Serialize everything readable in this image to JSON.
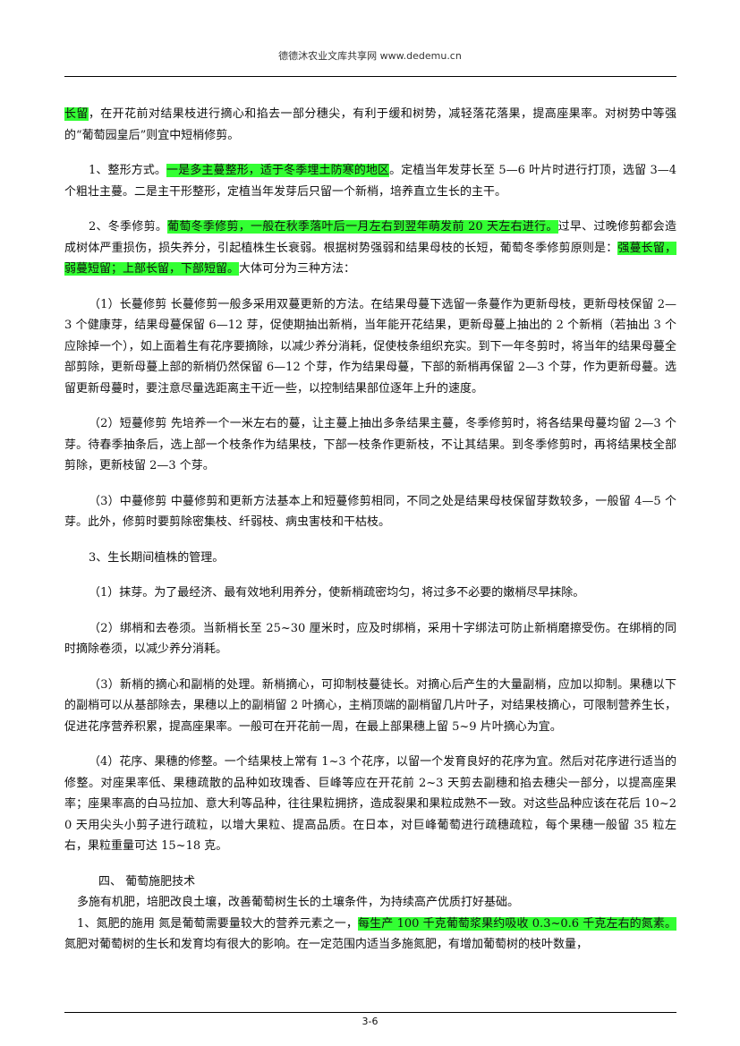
{
  "header": {
    "text": "德德沐农业文库共享网 www.dedemu.cn"
  },
  "footer": {
    "page_number": "3-6"
  },
  "highlight_color": "#33ff33",
  "paragraphs": [
    {
      "segments": [
        {
          "text": "长留",
          "hl": true
        },
        {
          "text": "，在开花前对结果枝进行摘心和掐去一部分穗尖，有利于缓和树势，减轻落花落果，提高座果率。对树势中等强的“葡萄园皇后”则宜中短梢修剪。"
        }
      ]
    },
    {
      "segments": [
        {
          "text": "1、整形方式。"
        },
        {
          "text": "一是多主蔓整形，适于冬季埋土防寒的地区",
          "hl": true
        },
        {
          "text": "。定植当年发芽长至 5—6 叶片时进行打顶，选留 3—4 个粗壮主蔓。二是主干形整形，定植当年发芽后只留一个新梢，培养直立生长的主干。"
        }
      ]
    },
    {
      "segments": [
        {
          "text": "2、冬季修剪。"
        },
        {
          "text": "葡萄冬季修剪，一般在秋季落叶后一月左右到翌年萌发前 20 天左右进行。",
          "hl": true
        },
        {
          "text": "过早、过晚修剪都会造成树体严重损伤，损失养分，引起植株生长衰弱。根据树势强弱和结果母枝的长短，葡萄冬季修剪原则是："
        },
        {
          "text": "强蔓长留，弱蔓短留；上部长留，下部短留。",
          "hl": true
        },
        {
          "text": "大体可分为三种方法："
        }
      ]
    },
    {
      "segments": [
        {
          "text": "（1）长蔓修剪 长蔓修剪一般多采用双蔓更新的方法。在结果母蔓下选留一条蔓作为更新母枝，更新母枝保留 2—3 个健康芽，结果母蔓保留 6—12 芽，促使期抽出新梢，当年能开花结果，更新母蔓上抽出的 2 个新梢（若抽出 3 个应除掉一个），如上面着生有花序要摘除，以减少养分消耗，促使枝条组织充实。到下一年冬剪时，将当年的结果母蔓全部剪除，更新母蔓上部的新梢仍然保留 6—12 个芽，作为结果母蔓，下部的新梢再保留 2—3 个芽，作为更新母蔓。选留更新母蔓时，要注意尽量选距离主干近一些，以控制结果部位逐年上升的速度。"
        }
      ]
    },
    {
      "segments": [
        {
          "text": "（2）短蔓修剪 先培养一个一米左右的蔓，让主蔓上抽出多条结果主蔓，冬季修剪时，将各结果母蔓均留 2—3 个芽。待春季抽条后，选上部一个枝条作为结果枝，下部一枝条作更新枝，不让其结果。到冬季修剪时，再将结果枝全部剪除，更新枝留 2—3 个芽。"
        }
      ]
    },
    {
      "segments": [
        {
          "text": "（3）中蔓修剪 中蔓修剪和更新方法基本上和短蔓修剪相同，不同之处是结果母枝保留芽数较多，一般留 4—5 个芽。此外，修剪时要剪除密集枝、纤弱枝、病虫害枝和干枯枝。"
        }
      ]
    },
    {
      "segments": [
        {
          "text": "3、生长期间植株的管理。"
        }
      ]
    },
    {
      "segments": [
        {
          "text": "（1）抹芽。为了最经济、最有效地利用养分，使新梢疏密均匀，将过多不必要的嫩梢尽早抹除。"
        }
      ]
    },
    {
      "segments": [
        {
          "text": "（2）绑梢和去卷须。当新梢长至 25~30 厘米时，应及时绑梢，采用十字绑法可防止新梢磨擦受伤。在绑梢的同时摘除卷须，以减少养分消耗。"
        }
      ]
    },
    {
      "segments": [
        {
          "text": "（3）新梢的摘心和副梢的处理。新梢摘心，可抑制枝蔓徒长。对摘心后产生的大量副梢，应加以抑制。果穗以下的副梢可以从基部除去，果穗以上的副梢留 2 叶摘心，主梢顶端的副梢留几片叶子，对结果枝摘心，可限制营养生长，促进花序营养积累，提高座果率。一般可在开花前一周，在最上部果穗上留 5~9 片叶摘心为宜。"
        }
      ]
    },
    {
      "segments": [
        {
          "text": "（4）花序、果穗的修整。一个结果枝上常有 1~3 个花序，以留一个发育良好的花序为宜。然后对花序进行适当的修整。对座果率低、果穗疏散的品种如玫瑰香、巨峰等应在开花前 2~3 天剪去副穗和掐去穗尖一部分，以提高座果率；座果率高的白马拉加、意大利等品种，往往果粒拥挤，造成裂果和果粒成熟不一致。对这些品种应该在花后 10~20 天用尖头小剪子进行疏粒，以增大果粒、提高品质。在日本，对巨峰葡萄进行疏穗疏粒，每个果穗一般留 35 粒左右，果粒重量可达 15~18 克。"
        }
      ]
    },
    {
      "segments": [
        {
          "text": "四、 葡萄施肥技术"
        }
      ]
    },
    {
      "segments": [
        {
          "text": "多施有机肥，培肥改良土壤，改善葡萄树生长的土壤条件，为持续高产优质打好基础。"
        }
      ]
    },
    {
      "segments": [
        {
          "text": "1、氮肥的施用 氮是葡萄需要量较大的营养元素之一，"
        },
        {
          "text": "每生产 100 千克葡萄浆果约吸收 0.3~0.6 千克左右的氮素。",
          "hl": true
        },
        {
          "text": "氮肥对葡萄树的生长和发育均有很大的影响。在一定范围内适当多施氮肥，有增加葡萄树的枝叶数量，"
        }
      ]
    }
  ]
}
